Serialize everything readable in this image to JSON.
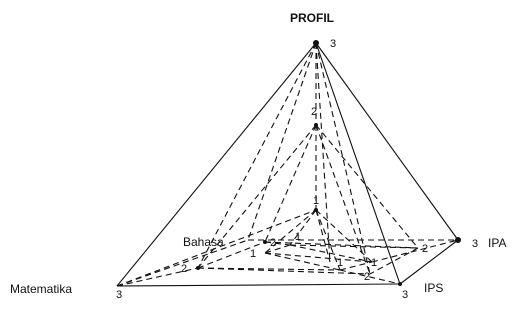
{
  "diagram": {
    "labels": {
      "top": "PROFIL",
      "left": "Matematika",
      "back_left": "Bahasa",
      "right": "IPA",
      "front_right": "IPS"
    },
    "level_marks": {
      "apex_3": "3",
      "mid_apex_2": "2",
      "inner_apex_1": "1",
      "ipa_3": "3",
      "ips_3": "3",
      "mat_3": "3",
      "bahasa_2": "2",
      "ipa_2": "2",
      "mat_2": "2",
      "ips_2": "2",
      "bahasa_1": "1",
      "ipa_1": "1",
      "mat_1": "1",
      "ips_1": "1"
    }
  }
}
